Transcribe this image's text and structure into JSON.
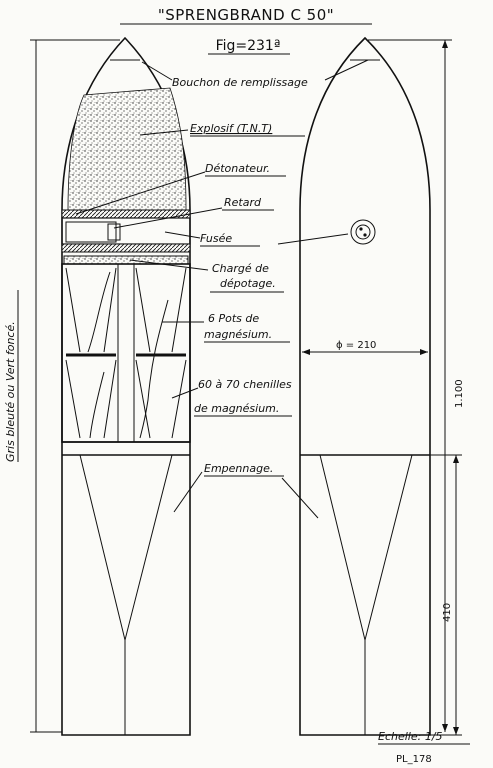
{
  "title": "\"SPRENGBRAND  C 50\"",
  "figure": "Fig=231ª",
  "labels": {
    "bouchon": "Bouchon de remplissage",
    "explosif": "Explosif (T.N.T)",
    "detonateur": "Détonateur.",
    "retard": "Retard",
    "fusee": "Fusée",
    "charge_1": "Chargé de",
    "charge_2": "dépotage.",
    "pots_1": "6 Pots de",
    "pots_2": "magnésium.",
    "chenilles_1": "60 à 70 chenilles",
    "chenilles_2": "de magnésium.",
    "empennage": "Empennage."
  },
  "side_note": "Gris bleuté ou Vert foncé.",
  "dimensions": {
    "diameter": "ϕ = 210",
    "length_total": "1.100",
    "length_tail": "410"
  },
  "scale": "Echelle: 1/5",
  "plate": "PL_178"
}
